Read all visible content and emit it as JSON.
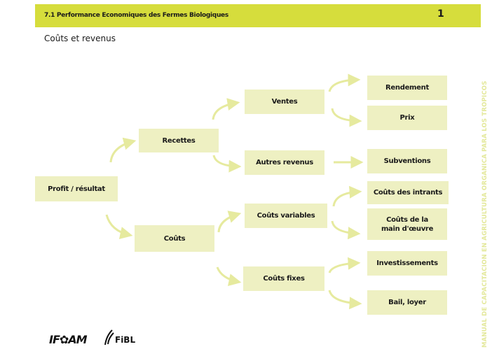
{
  "header": {
    "title": "7.1 Performance Economiques des Fermes Biologiques",
    "page_number": "1"
  },
  "subtitle": "Coûts et revenus",
  "side_text": "MANUAL DE CAPACITACION EN AGRICULTURA ORGANICA PARA LOS TROPICOS",
  "nodes": {
    "profit": "Profit / résultat",
    "recettes": "Recettes",
    "couts": "Coûts",
    "ventes": "Ventes",
    "autres_revenus": "Autres revenus",
    "couts_variables": "Coûts variables",
    "couts_fixes": "Coûts fixes",
    "rendement": "Rendement",
    "prix": "Prix",
    "subventions": "Subventions",
    "couts_intrants": "Coûts des intrants",
    "couts_main_oeuvre_1": "Coûts de la",
    "couts_main_oeuvre_2": "main d'œuvre",
    "investissements": "Investissements",
    "bail_loyer": "Bail, loyer"
  },
  "logos": {
    "ifoam": "IF✿AM",
    "fibl": "FiBL"
  },
  "colors": {
    "header": "#d6dd3c",
    "box": "#eef0c2",
    "arrow": "#e6ea9e",
    "side_text": "#e3e89a"
  }
}
